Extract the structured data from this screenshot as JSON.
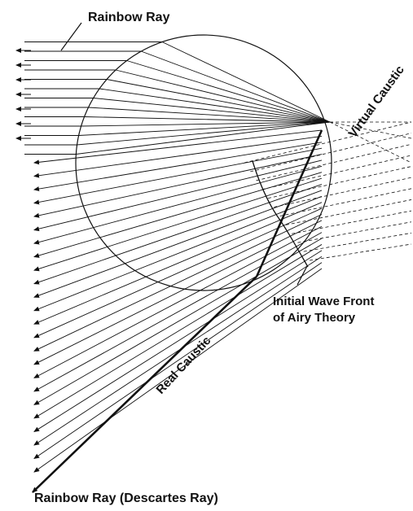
{
  "labels": {
    "rainbow_ray_top": "Rainbow Ray",
    "virtual_caustic": "Virtual Caustic",
    "initial_wave_front_line1": "Initial Wave Front",
    "initial_wave_front_line2": "of Airy Theory",
    "real_caustic": "Real Caustic",
    "rainbow_ray_descartes": "Rainbow Ray (Descartes Ray)"
  },
  "colors": {
    "ink": "#111111",
    "background": "#ffffff"
  }
}
